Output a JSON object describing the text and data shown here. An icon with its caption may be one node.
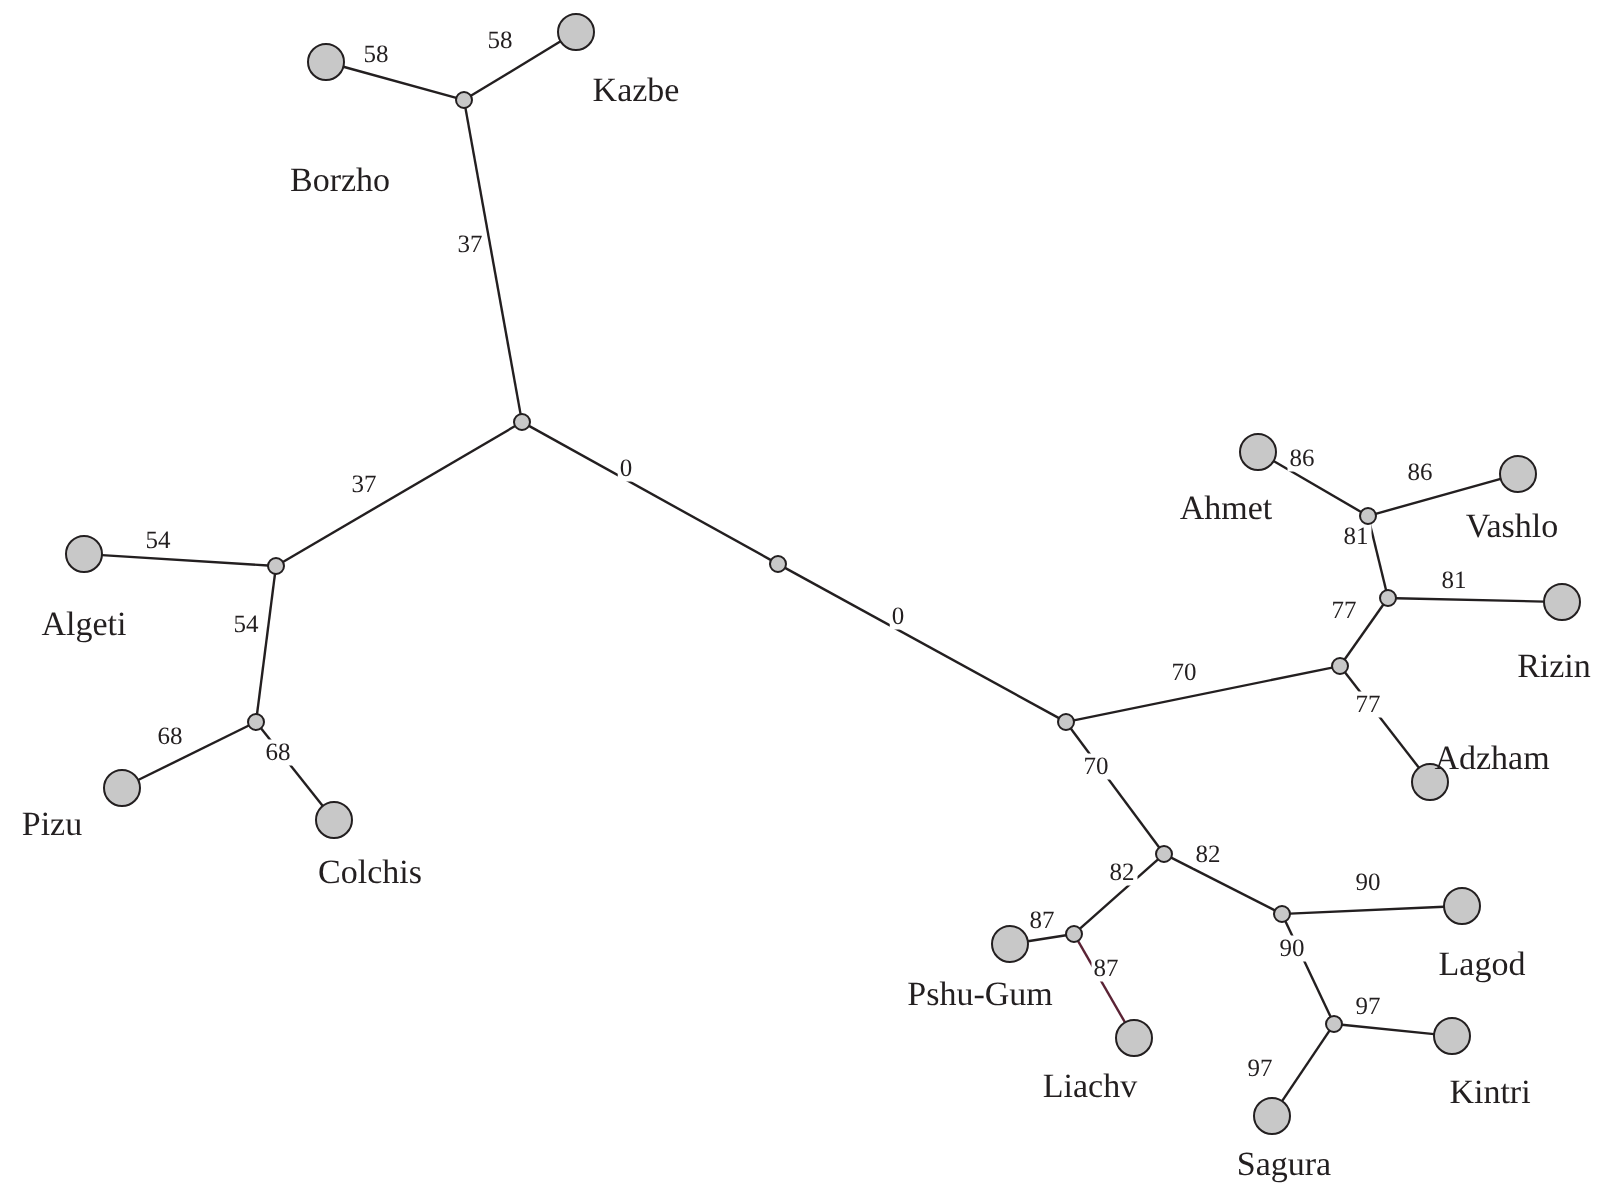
{
  "diagram": {
    "nodes": [
      {
        "text": [
          "Kazbe"
        ]
      },
      {
        "text": [
          "Borzho"
        ]
      },
      {
        "text": [],
        "shape": "circle"
      },
      {
        "text": [],
        "shape": "circle"
      },
      {
        "text": [],
        "shape": "circle"
      },
      {
        "text": [
          "Algeti"
        ]
      },
      {
        "text": [],
        "shape": "circle"
      },
      {
        "text": [
          "Pizu"
        ]
      },
      {
        "text": [
          "Colchis"
        ]
      },
      {
        "text": [],
        "shape": "circle"
      },
      {
        "text": [
          "Ahmet"
        ]
      },
      {
        "text": [
          "Vashlo"
        ]
      },
      {
        "text": [],
        "shape": "circle"
      },
      {
        "text": [],
        "shape": "circle"
      },
      {
        "text": [
          "Rizin"
        ]
      },
      {
        "text": [],
        "shape": "circle"
      },
      {
        "text": [],
        "shape": "circle"
      },
      {
        "text": [
          "Adzham"
        ]
      },
      {
        "text": [],
        "shape": "circle"
      },
      {
        "text": [],
        "shape": "circle"
      },
      {
        "text": [
          "Lagod"
        ]
      },
      {
        "text": [],
        "shape": "circle"
      },
      {
        "text": [
          "Pshu-Gum"
        ]
      },
      {
        "text": [
          "Liachv"
        ]
      },
      {
        "text": [],
        "shape": "circle"
      },
      {
        "text": [
          "Kintri"
        ]
      },
      {
        "text": [
          "Sagura"
        ]
      }
    ],
    "edges": [
      {
        "from": 2,
        "to": 1,
        "arrow": "none",
        "label": "58"
      },
      {
        "from": 2,
        "to": 0,
        "arrow": "none",
        "label": "58"
      },
      {
        "from": 3,
        "to": 2,
        "arrow": "none",
        "label": "37"
      },
      {
        "from": 3,
        "to": 4,
        "arrow": "none",
        "label": "37"
      },
      {
        "from": 4,
        "to": 5,
        "arrow": "none",
        "label": "54"
      },
      {
        "from": 4,
        "to": 6,
        "arrow": "none",
        "label": "54"
      },
      {
        "from": 6,
        "to": 7,
        "arrow": "none",
        "label": "68"
      },
      {
        "from": 6,
        "to": 8,
        "arrow": "none",
        "label": "68"
      },
      {
        "from": 3,
        "to": 9,
        "arrow": "none",
        "label": "0"
      },
      {
        "from": 9,
        "to": 16,
        "arrow": "none",
        "label": "0"
      },
      {
        "from": 16,
        "to": 15,
        "arrow": "none",
        "label": "70"
      },
      {
        "from": 15,
        "to": 13,
        "arrow": "none",
        "label": "77"
      },
      {
        "from": 13,
        "to": 12,
        "arrow": "none",
        "label": "81"
      },
      {
        "from": 12,
        "to": 10,
        "arrow": "none",
        "label": "86"
      },
      {
        "from": 12,
        "to": 11,
        "arrow": "none",
        "label": "86"
      },
      {
        "from": 13,
        "to": 14,
        "arrow": "none",
        "label": "81"
      },
      {
        "from": 15,
        "to": 17,
        "arrow": "none",
        "label": "77"
      },
      {
        "from": 16,
        "to": 18,
        "arrow": "none",
        "label": "70"
      },
      {
        "from": 18,
        "to": 21,
        "arrow": "none",
        "label": "82"
      },
      {
        "from": 18,
        "to": 19,
        "arrow": "none",
        "label": "82"
      },
      {
        "from": 19,
        "to": 20,
        "arrow": "none",
        "label": "90"
      },
      {
        "from": 19,
        "to": 24,
        "arrow": "none",
        "label": "90"
      },
      {
        "from": 21,
        "to": 22,
        "arrow": "none",
        "label": "87"
      },
      {
        "from": 21,
        "to": 23,
        "arrow": "none",
        "label": "87",
        "color": "#5b2335"
      },
      {
        "from": 24,
        "to": 25,
        "arrow": "none",
        "label": "97"
      },
      {
        "from": 24,
        "to": 26,
        "arrow": "none",
        "label": "97"
      }
    ]
  }
}
